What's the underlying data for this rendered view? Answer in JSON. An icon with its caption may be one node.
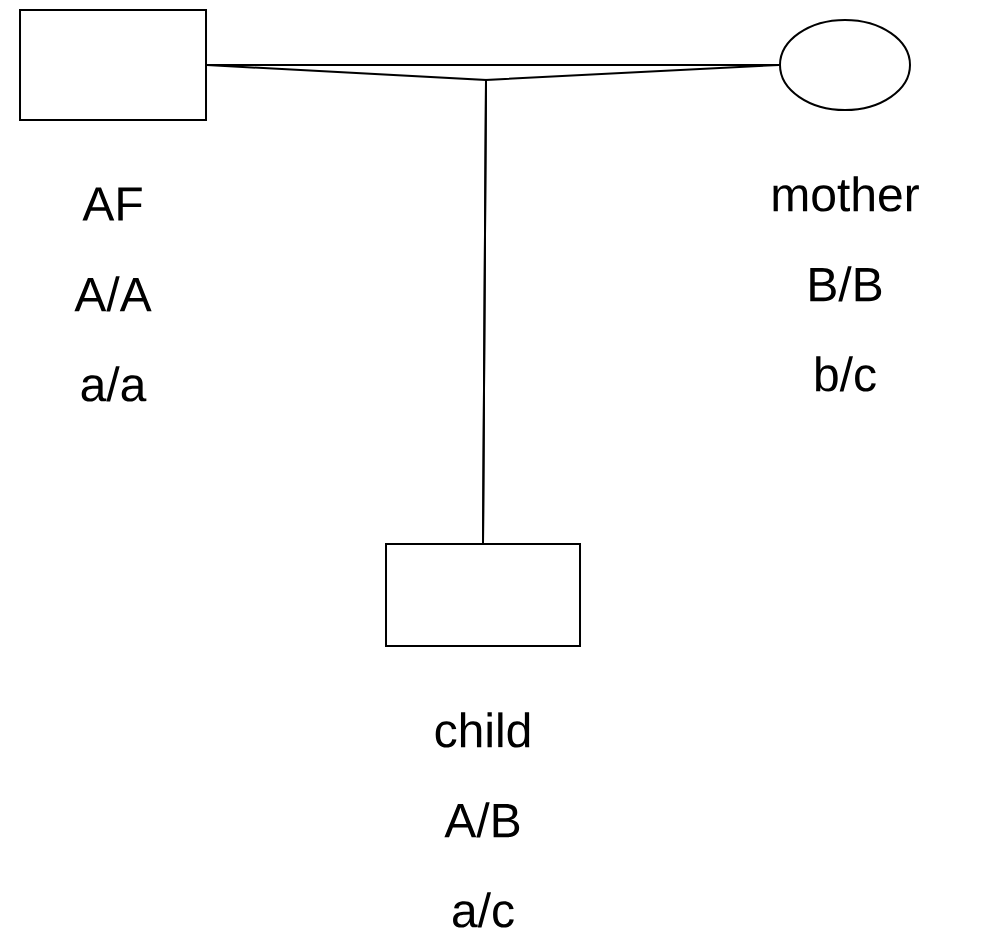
{
  "diagram": {
    "nodes": [
      {
        "text": [],
        "shape": "box",
        "beside": [
          "AF",
          "A/A",
          "a/a"
        ]
      },
      {
        "text": [],
        "shape": "ellipse",
        "beside": [
          "mother",
          "B/B",
          "b/c"
        ]
      },
      {
        "text": [],
        "shape": "box",
        "beside": [
          "child",
          "A/B",
          "a/c"
        ]
      }
    ],
    "edges": [
      {
        "from": 0,
        "to": 1,
        "arrow": "none"
      },
      {
        "from": 0,
        "to": 2,
        "arrow": "none"
      },
      {
        "from": 1,
        "to": 2,
        "arrow": "none"
      }
    ]
  }
}
